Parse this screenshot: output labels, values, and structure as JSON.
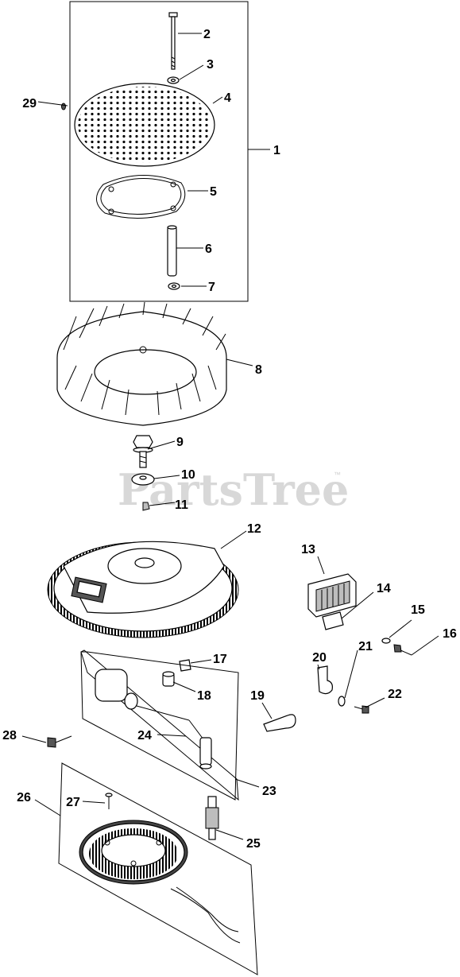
{
  "watermark": {
    "text": "PartsTree",
    "trademark": "™"
  },
  "callouts": [
    {
      "id": "1",
      "label": "1"
    },
    {
      "id": "2",
      "label": "2"
    },
    {
      "id": "3",
      "label": "3"
    },
    {
      "id": "4",
      "label": "4"
    },
    {
      "id": "5",
      "label": "5"
    },
    {
      "id": "6",
      "label": "6"
    },
    {
      "id": "7",
      "label": "7"
    },
    {
      "id": "8",
      "label": "8"
    },
    {
      "id": "9",
      "label": "9"
    },
    {
      "id": "10",
      "label": "10"
    },
    {
      "id": "11",
      "label": "11"
    },
    {
      "id": "12",
      "label": "12"
    },
    {
      "id": "13",
      "label": "13"
    },
    {
      "id": "14",
      "label": "14"
    },
    {
      "id": "15",
      "label": "15"
    },
    {
      "id": "16",
      "label": "16"
    },
    {
      "id": "17",
      "label": "17"
    },
    {
      "id": "18",
      "label": "18"
    },
    {
      "id": "19",
      "label": "19"
    },
    {
      "id": "20",
      "label": "20"
    },
    {
      "id": "21",
      "label": "21"
    },
    {
      "id": "22",
      "label": "22"
    },
    {
      "id": "23",
      "label": "23"
    },
    {
      "id": "24",
      "label": "24"
    },
    {
      "id": "25",
      "label": "25"
    },
    {
      "id": "26",
      "label": "26"
    },
    {
      "id": "27",
      "label": "27"
    },
    {
      "id": "28",
      "label": "28"
    },
    {
      "id": "29",
      "label": "29"
    }
  ]
}
